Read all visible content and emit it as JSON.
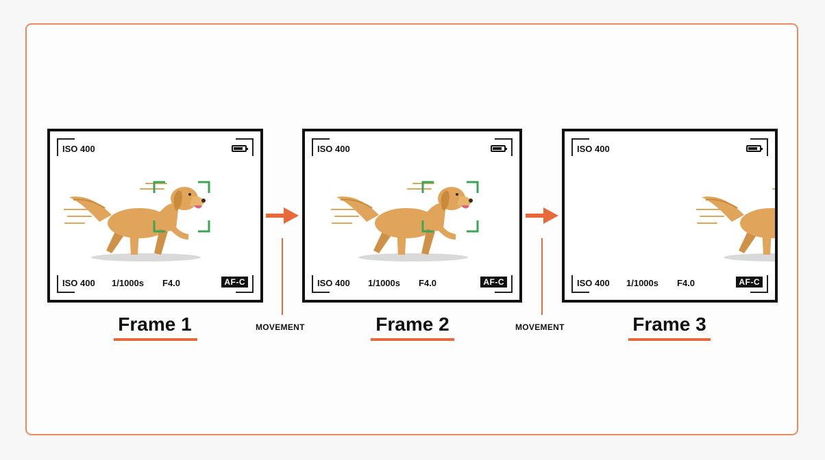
{
  "colors": {
    "card_border": "#ec8a5f",
    "accent": "#e86a3a",
    "focus_box": "#3aa655",
    "dog_body": "#e0a55a",
    "frame_border": "#111111"
  },
  "frames": [
    {
      "iso_top": "ISO 400",
      "iso_bottom": "ISO 400",
      "shutter": "1/1000s",
      "aperture": "F4.0",
      "af_mode": "AF-C",
      "label": "Frame 1"
    },
    {
      "iso_top": "ISO 400",
      "iso_bottom": "ISO 400",
      "shutter": "1/1000s",
      "aperture": "F4.0",
      "af_mode": "AF-C",
      "label": "Frame 2"
    },
    {
      "iso_top": "ISO 400",
      "iso_bottom": "ISO 400",
      "shutter": "1/1000s",
      "aperture": "F4.0",
      "af_mode": "AF-C",
      "label": "Frame 3"
    }
  ],
  "connectors": [
    {
      "label": "MOVEMENT",
      "icon": "right-arrow-icon"
    },
    {
      "label": "MOVEMENT",
      "icon": "right-arrow-icon"
    }
  ]
}
